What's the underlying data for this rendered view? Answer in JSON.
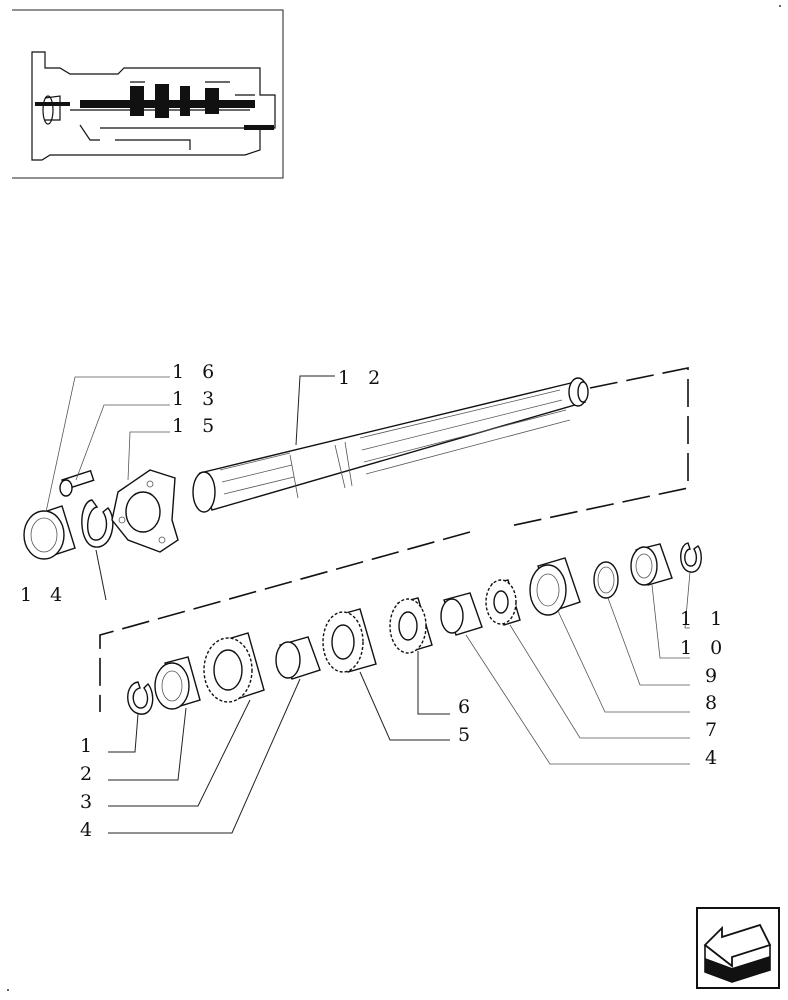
{
  "diagram": {
    "labels": {
      "l1": "1",
      "l2": "2",
      "l3": "3",
      "l4a": "4",
      "l4b": "4",
      "l5": "5",
      "l6": "6",
      "l7": "7",
      "l8": "8",
      "l9": "9",
      "l10": "1 0",
      "l11": "1 1",
      "l12": "1 2",
      "l13": "1 3",
      "l14": "1 4",
      "l15": "1 5",
      "l16": "1 6"
    }
  },
  "icons": {
    "thumbnail": "transmission-section-thumbnail",
    "nav": "previous-page-arrow-icon"
  }
}
